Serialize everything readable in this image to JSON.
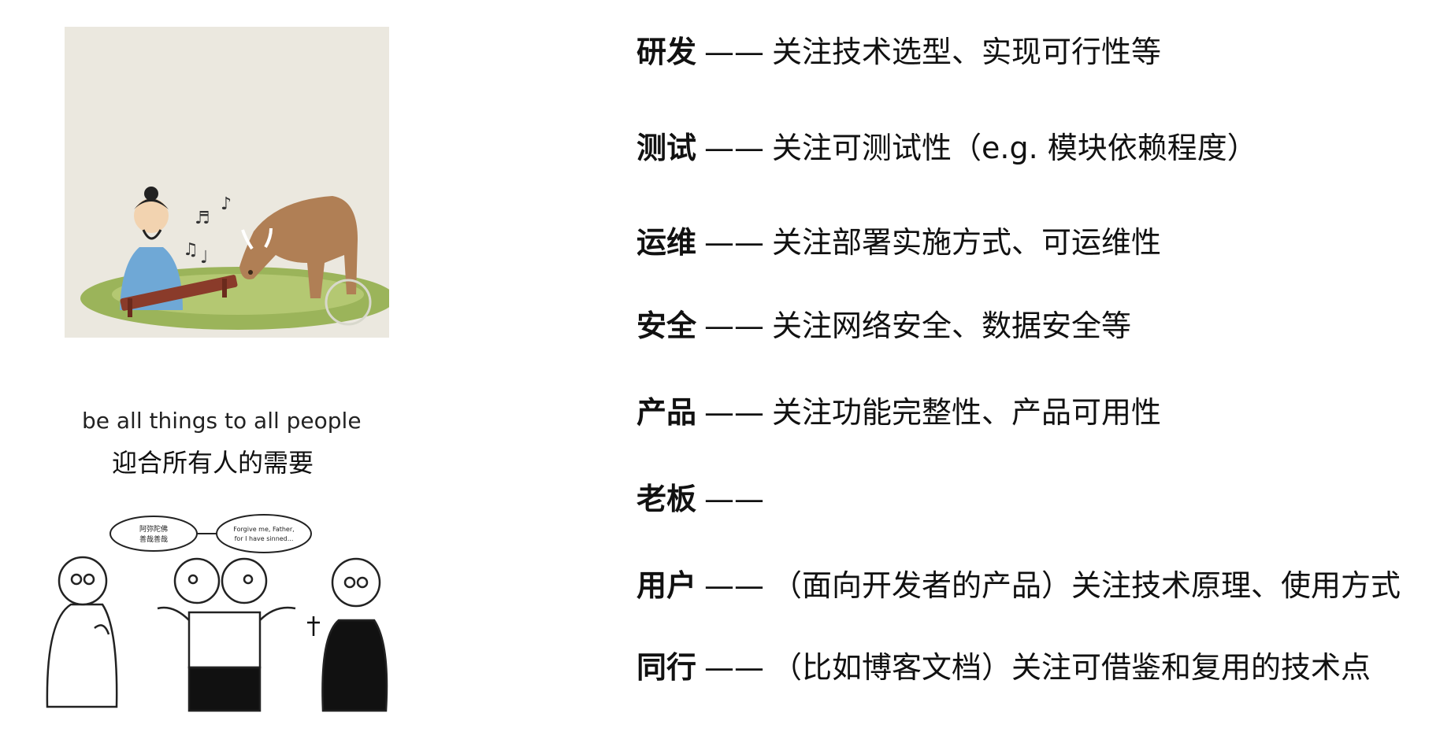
{
  "illustration_top": {
    "description_icon": "scholar-playing-zither-to-cow-illustration"
  },
  "illustration_bottom": {
    "caption_en": "be all things to all people",
    "caption_zh": "迎合所有人的需要",
    "bubble_left": "阿弥陀佛 善哉善哉",
    "bubble_right": "Forgive me, Father, for I have sinned..."
  },
  "dash": "——",
  "roles": [
    {
      "name": "研发",
      "desc": "关注技术选型、实现可行性等"
    },
    {
      "name": "测试",
      "desc": "关注可测试性（e.g. 模块依赖程度）"
    },
    {
      "name": "运维",
      "desc": "关注部署实施方式、可运维性"
    },
    {
      "name": "安全",
      "desc": "关注网络安全、数据安全等"
    },
    {
      "name": "产品",
      "desc": "关注功能完整性、产品可用性"
    },
    {
      "name": "老板",
      "desc": ""
    },
    {
      "name": "用户",
      "desc": "（面向开发者的产品）关注技术原理、使用方式"
    },
    {
      "name": "同行",
      "desc": "（比如博客文档）关注可借鉴和复用的技术点"
    }
  ]
}
